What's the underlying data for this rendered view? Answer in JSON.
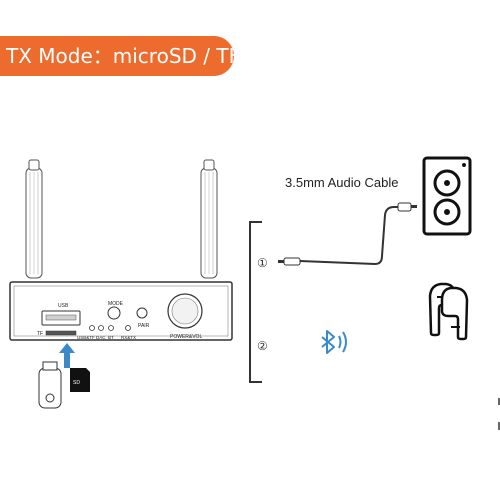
{
  "banner": {
    "title": "TX Mode：microSD / TF"
  },
  "cable": {
    "label": "3.5mm Audio Cable"
  },
  "device": {
    "usb_label": "USB",
    "tf_label": "TF",
    "mode_label": "MODE",
    "pair_label": "PAIR",
    "indicator_labels": [
      "USB&TF",
      "DAC",
      "BT",
      "RX&TX"
    ],
    "power_label": "POWER&VOL"
  },
  "options": {
    "marker_1": "①",
    "marker_2": "②"
  },
  "icons": {
    "antenna": "antenna-icon",
    "usb_drive": "usb-drive-icon",
    "microsd_card": "microsd-card-icon",
    "insert_arrow": "up-arrow-icon",
    "speaker": "speaker-icon",
    "bluetooth": "bluetooth-icon",
    "earbuds": "earbuds-icon"
  },
  "colors": {
    "banner": "#ec6b2d",
    "arrow": "#3a89c9",
    "bluetooth": "#3a89c9",
    "line": "#333333"
  }
}
